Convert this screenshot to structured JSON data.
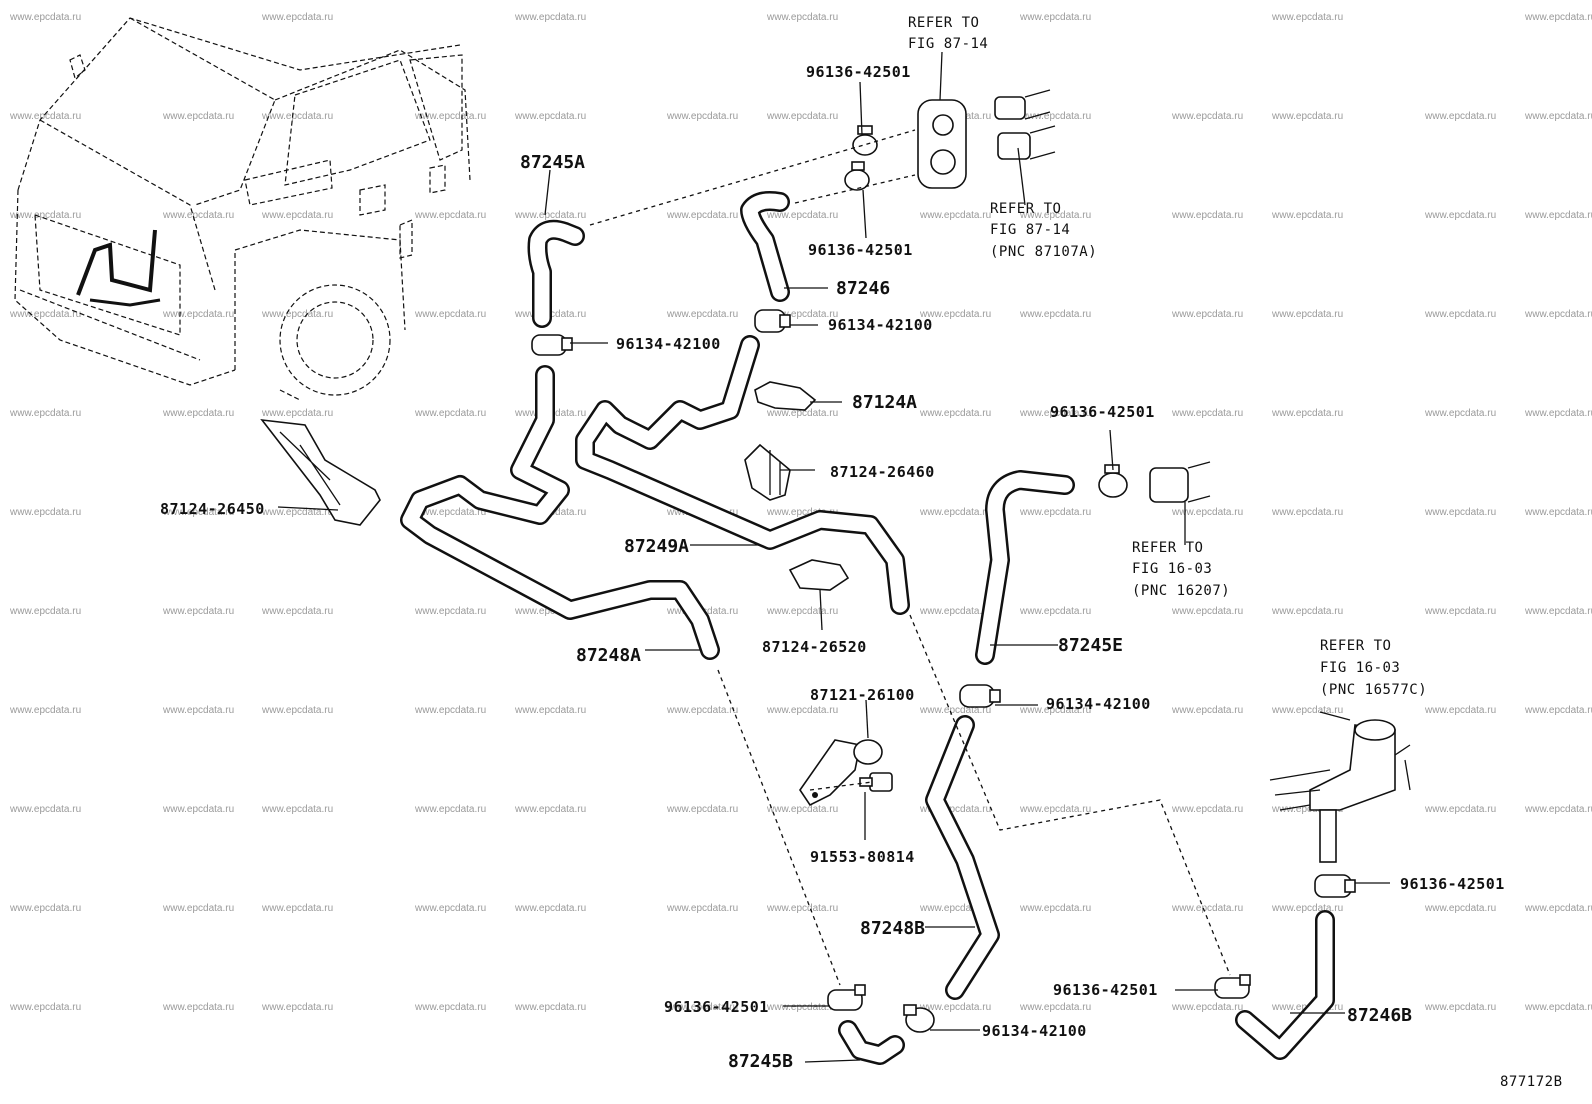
{
  "diagram": {
    "figure_code": "877172B",
    "watermark": "www.epcdata.ru",
    "callouts": {
      "c1": "96136-42501",
      "c2": "96136-42501",
      "c3": "87245A",
      "c4": "87246",
      "c5": "96134-42100",
      "c6": "96134-42100",
      "c7": "87124A",
      "c8": "87124-26460",
      "c9": "87124-26450",
      "c10": "87249A",
      "c11": "96136-42501",
      "c12": "87124-26520",
      "c13": "87245E",
      "c14": "87248A",
      "c15": "96134-42100",
      "c16": "87121-26100",
      "c17": "91553-80814",
      "c18": "87248B",
      "c19": "96136-42501",
      "c20": "96136-42501",
      "c21": "96136-42501",
      "c22": "96134-42100",
      "c23": "87246B",
      "c24": "87245B"
    },
    "refs": {
      "r1": {
        "line1": "REFER TO",
        "line2": "FIG 87-14",
        "line3": ""
      },
      "r2": {
        "line1": "REFER TO",
        "line2": "FIG 87-14",
        "line3": "(PNC 87107A)"
      },
      "r3": {
        "line1": "REFER TO",
        "line2": "FIG 16-03",
        "line3": "(PNC 16207)"
      },
      "r4": {
        "line1": "REFER TO",
        "line2": "FIG 16-03",
        "line3": "(PNC 16577C)"
      }
    }
  }
}
